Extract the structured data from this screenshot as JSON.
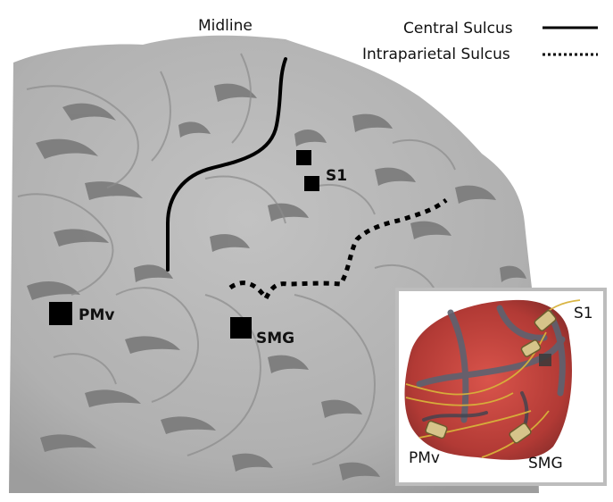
{
  "labels": {
    "midline": "Midline",
    "central_sulcus": "Central Sulcus",
    "intraparietal_sulcus": "Intraparietal Sulcus"
  },
  "arrays": {
    "s1": "S1",
    "pmv": "PMv",
    "smg": "SMG"
  },
  "inset": {
    "s1": "S1",
    "pmv": "PMv",
    "smg": "SMG"
  },
  "colors": {
    "cortex": "#b4b4b4",
    "sulcus_shadow": "#7a7a7a",
    "marker": "#000000",
    "inset_border": "#bdbdbd",
    "tissue": "#c0443f",
    "vessel": "#6a6f7a",
    "wire": "#d8b23a"
  }
}
